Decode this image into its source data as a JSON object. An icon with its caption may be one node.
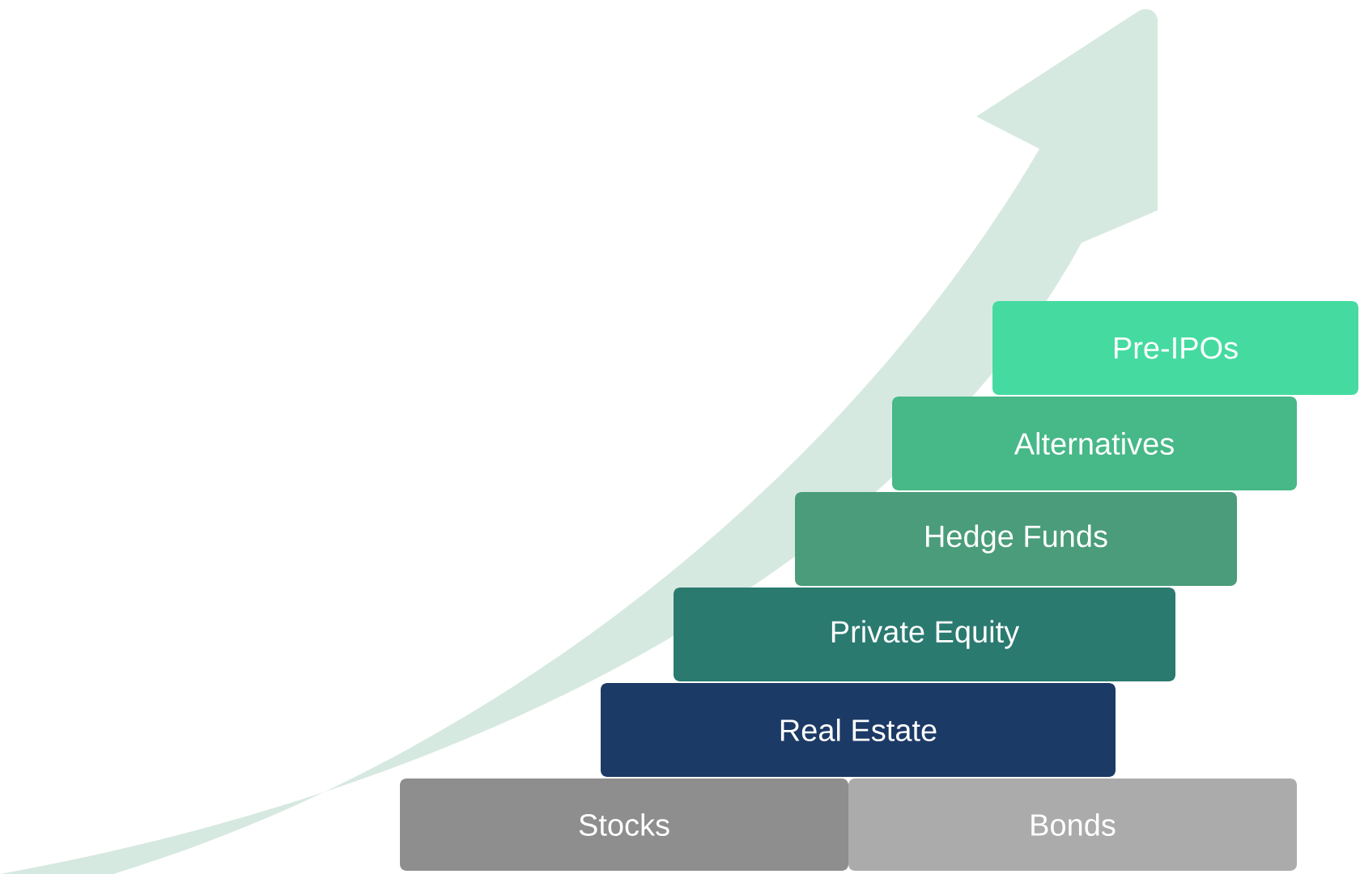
{
  "diagram": {
    "nodes": [
      {
        "text": [
          "Pre-IPOs"
        ]
      },
      {
        "text": [
          "Alternatives"
        ]
      },
      {
        "text": [
          "Hedge Funds"
        ]
      },
      {
        "text": [
          "Private Equity"
        ]
      },
      {
        "text": [
          "Real Estate"
        ]
      },
      {
        "text": [
          "Stocks"
        ]
      },
      {
        "text": [
          "Bonds"
        ]
      }
    ]
  }
}
